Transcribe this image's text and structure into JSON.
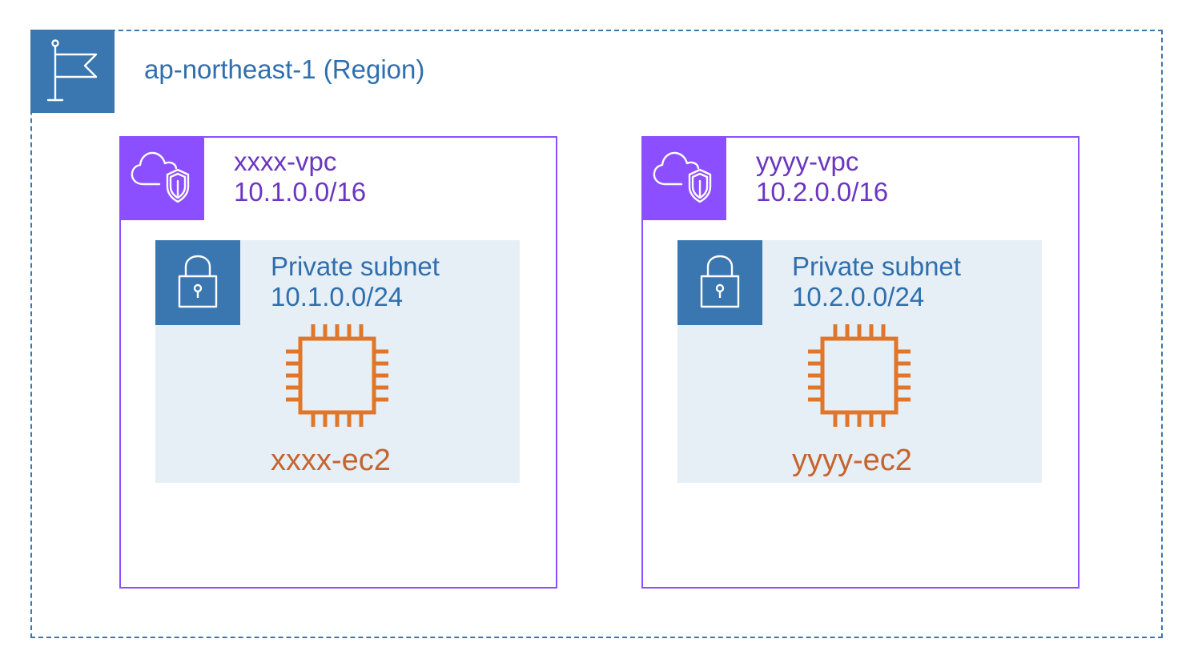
{
  "region": {
    "label": "ap-northeast-1 (Region)",
    "icon": "flag-icon"
  },
  "vpcs": [
    {
      "name": "xxxx-vpc",
      "cidr": "10.1.0.0/16",
      "icon": "cloud-shield-icon",
      "subnet": {
        "name": "Private subnet",
        "cidr": "10.1.0.0/24",
        "icon": "lock-icon"
      },
      "ec2": {
        "name": "xxxx-ec2",
        "icon": "chip-icon"
      }
    },
    {
      "name": "yyyy-vpc",
      "cidr": "10.2.0.0/16",
      "icon": "cloud-shield-icon",
      "subnet": {
        "name": "Private subnet",
        "cidr": "10.2.0.0/24",
        "icon": "lock-icon"
      },
      "ec2": {
        "name": "yyyy-ec2",
        "icon": "chip-icon"
      }
    }
  ],
  "colors": {
    "region": "#3a76b0",
    "vpc": "#8c4fff",
    "vpc_text": "#6b36c0",
    "subnet_bg": "#e6eef6",
    "ec2": "#e0762a",
    "ec2_text": "#c6642f"
  }
}
